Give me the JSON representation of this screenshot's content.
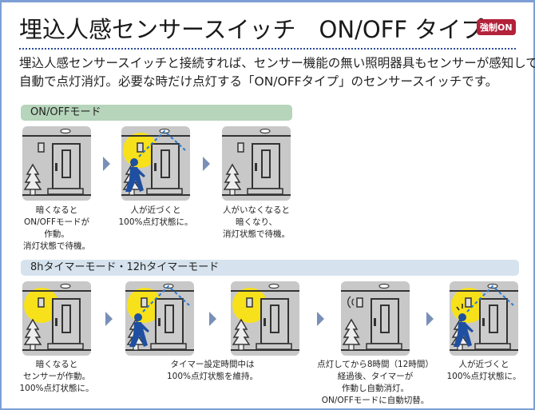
{
  "title": "埋込人感センサースイッチ　ON/OFF タイプ",
  "badge": "強制ON",
  "description": [
    "埋込人感センサースイッチと接続すれば、センサー機能の無い照明器具もセンサーが感知して",
    "自動で点灯消灯。必要な時だけ点灯する「ON/OFFタイプ」のセンサースイッチです。"
  ],
  "sections": [
    {
      "label": "ON/OFFモード",
      "steps": [
        {
          "scene": {
            "light": false,
            "person": false,
            "cone": false
          },
          "caption": [
            "暗くなると",
            "ON/OFFモードが",
            "作動。",
            "消灯状態で待機。"
          ]
        },
        {
          "scene": {
            "light": true,
            "person": true,
            "cone": true
          },
          "caption": [
            "人が近づくと",
            "100%点灯状態に。"
          ]
        },
        {
          "scene": {
            "light": false,
            "person": false,
            "cone": false
          },
          "caption": [
            "人がいなくなると",
            "暗くなり、",
            "消灯状態で待機。"
          ]
        }
      ]
    },
    {
      "label": "8hタイマーモード・12hタイマーモード",
      "steps": [
        {
          "scene": {
            "light": true,
            "person": false,
            "cone": false
          },
          "caption": [
            "暗くなると",
            "センサーが作動。",
            "100%点灯状態に。"
          ]
        },
        {
          "scene": {
            "light": true,
            "person": true,
            "cone": true
          },
          "caption": []
        },
        {
          "scene": {
            "light": true,
            "person": false,
            "cone": false
          },
          "caption": [
            "タイマー設定時間中は",
            "100%点灯状態を維持。"
          ]
        },
        {
          "scene": {
            "light": false,
            "person": false,
            "cone": false,
            "signal": true
          },
          "caption": [
            "点灯してから8時間（12時間）",
            "経過後、タイマーが",
            "作動し自動消灯。",
            "ON/OFFモードに自動切替。"
          ]
        },
        {
          "scene": {
            "light": true,
            "person": true,
            "cone": true,
            "alert": true
          },
          "caption": [
            "人が近づくと",
            "100%点灯状態に。"
          ]
        }
      ]
    }
  ],
  "colors": {
    "sec1": "#b6d5bb",
    "sec2": "#d6e3ee",
    "light": "#f7e11a",
    "person": "#1f4fa0",
    "badge": "#b3213a"
  }
}
